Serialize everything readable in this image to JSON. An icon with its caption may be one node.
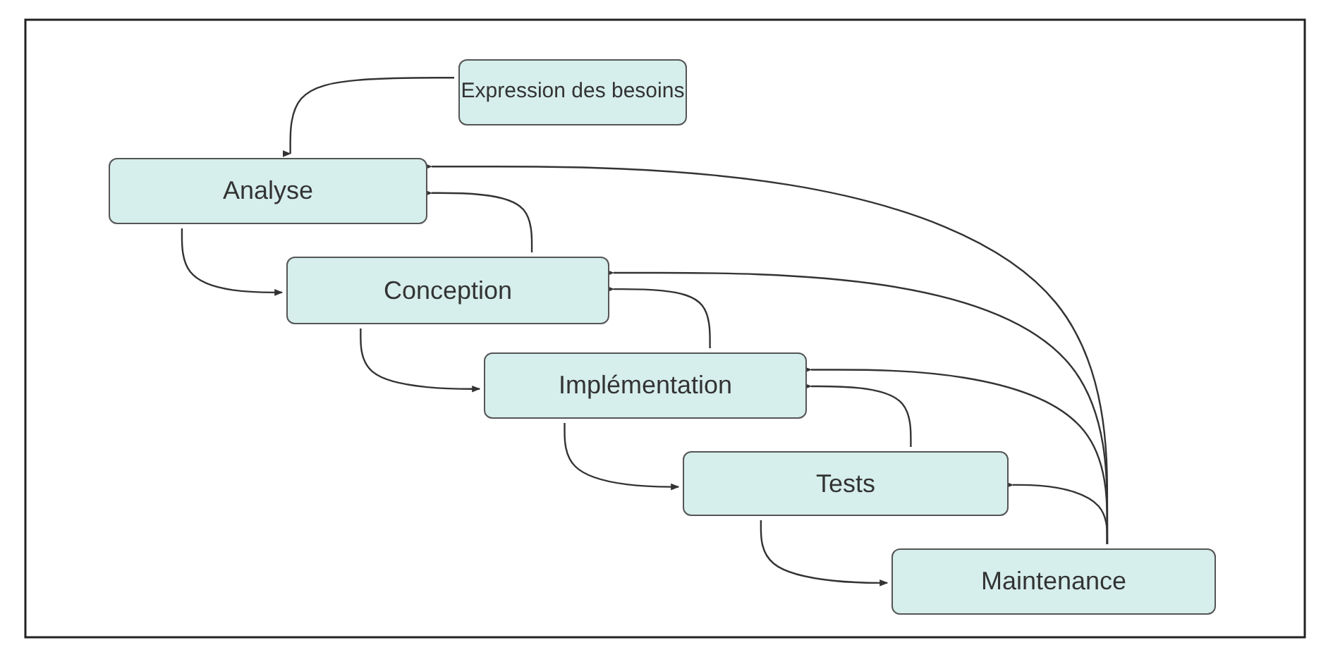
{
  "diagram": {
    "nodes": [
      {
        "text": [
          "Expression des besoins"
        ]
      },
      {
        "text": [
          "Analyse"
        ]
      },
      {
        "text": [
          "Conception"
        ]
      },
      {
        "text": [
          "Implémentation"
        ]
      },
      {
        "text": [
          "Tests"
        ]
      },
      {
        "text": [
          "Maintenance"
        ]
      }
    ],
    "edges": [
      {
        "from": 0,
        "to": 1,
        "arrow": "to"
      },
      {
        "from": 1,
        "to": 2,
        "arrow": "to"
      },
      {
        "from": 2,
        "to": 3,
        "arrow": "to"
      },
      {
        "from": 3,
        "to": 4,
        "arrow": "to"
      },
      {
        "from": 4,
        "to": 5,
        "arrow": "to"
      },
      {
        "from": 2,
        "to": 1,
        "arrow": "to"
      },
      {
        "from": 3,
        "to": 2,
        "arrow": "to"
      },
      {
        "from": 4,
        "to": 3,
        "arrow": "to"
      },
      {
        "from": 5,
        "to": 1,
        "arrow": "to"
      },
      {
        "from": 5,
        "to": 2,
        "arrow": "to"
      },
      {
        "from": 5,
        "to": 3,
        "arrow": "to"
      },
      {
        "from": 5,
        "to": 4,
        "arrow": "to"
      }
    ]
  }
}
